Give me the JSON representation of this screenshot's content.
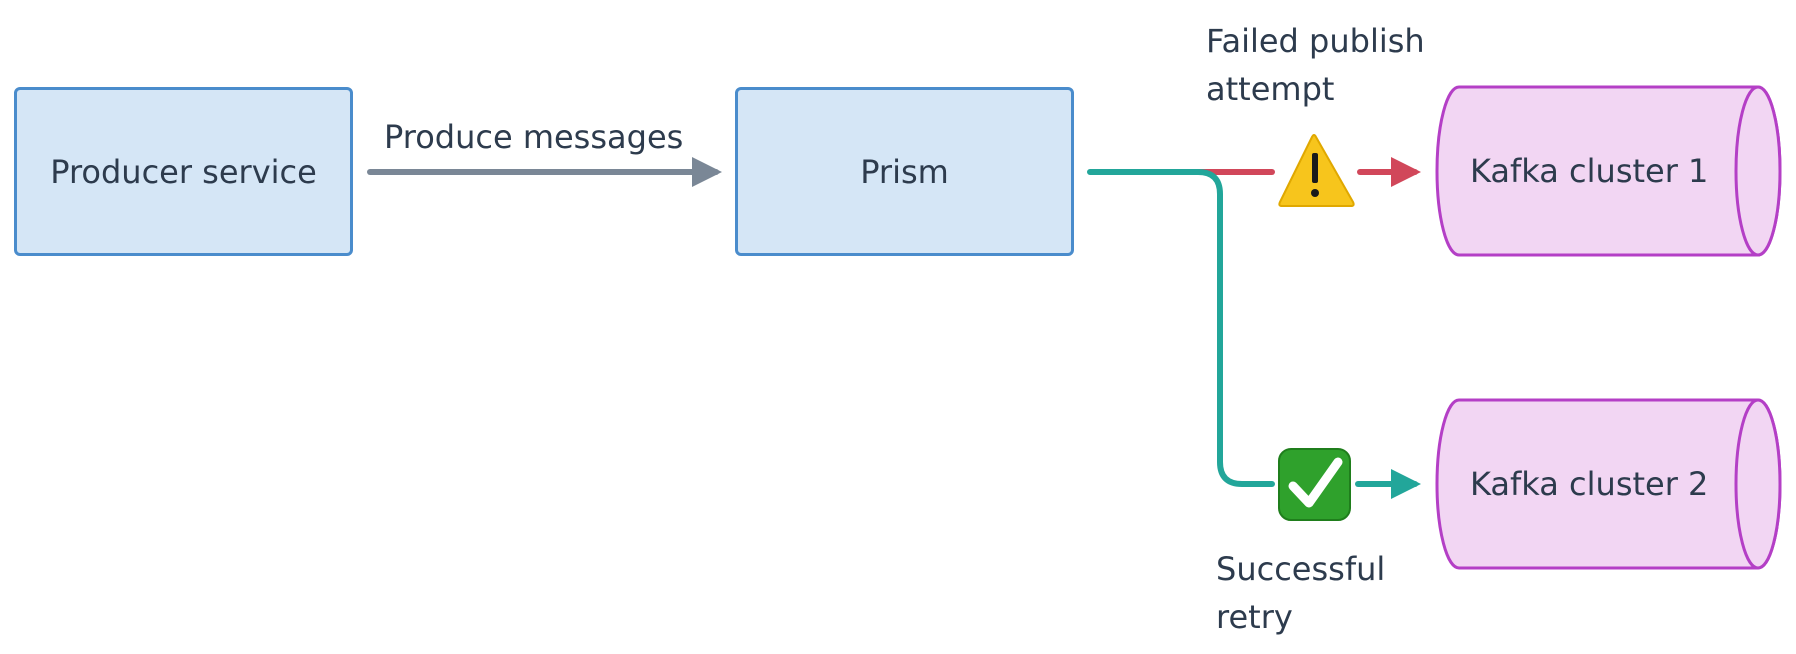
{
  "nodes": {
    "producer": "Producer service",
    "prism": "Prism",
    "kafka1": "Kafka cluster 1",
    "kafka2": "Kafka cluster 2"
  },
  "edges": {
    "produce": "Produce messages",
    "failed_line1": "Failed publish",
    "failed_line2": "attempt",
    "retry_line1": "Successful",
    "retry_line2": "retry"
  },
  "icons": {
    "failed": "warning-icon",
    "success": "check-mark-icon"
  },
  "colors": {
    "box_fill": "#d5e6f6",
    "box_border": "#4a8ccc",
    "cylinder_fill": "#f2d6f3",
    "cylinder_border": "#b43fc6",
    "produce_arrow": "#7a8796",
    "failed_arrow": "#d1475a",
    "retry_arrow": "#22a69a",
    "warning": "#f7c51c",
    "success": "#2fa12c"
  }
}
